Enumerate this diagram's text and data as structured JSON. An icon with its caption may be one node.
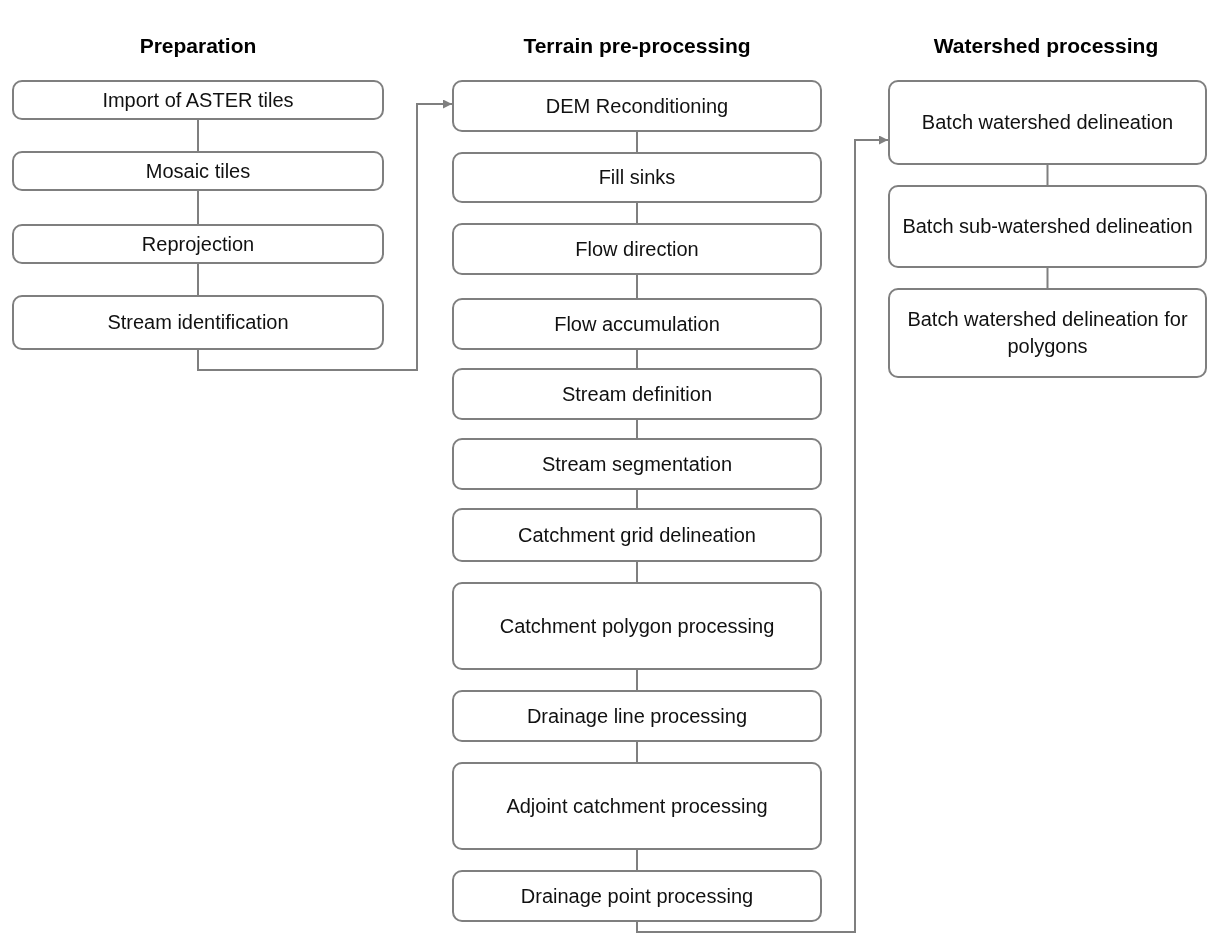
{
  "diagram": {
    "nodes": [
      {
        "text": [
          "Import of ASTER tiles"
        ]
      },
      {
        "text": [
          "Mosaic tiles"
        ]
      },
      {
        "text": [
          "Reprojection"
        ]
      },
      {
        "text": [
          "Stream identification"
        ]
      },
      {
        "text": [
          "DEM Reconditioning"
        ]
      },
      {
        "text": [
          "Fill sinks"
        ]
      },
      {
        "text": [
          "Flow direction"
        ]
      },
      {
        "text": [
          "Flow accumulation"
        ]
      },
      {
        "text": [
          "Stream definition"
        ]
      },
      {
        "text": [
          "Stream segmentation"
        ]
      },
      {
        "text": [
          "Catchment grid delineation"
        ]
      },
      {
        "text": [
          "Catchment polygon processing"
        ]
      },
      {
        "text": [
          "Drainage line processing"
        ]
      },
      {
        "text": [
          "Adjoint catchment processing"
        ]
      },
      {
        "text": [
          "Drainage point processing"
        ]
      },
      {
        "text": [
          "Batch watershed delineation"
        ]
      },
      {
        "text": [
          "Batch sub-watershed delineation"
        ]
      },
      {
        "text": [
          "Batch watershed delineation for polygons"
        ]
      }
    ],
    "edges": [
      {
        "from": 0,
        "to": 1,
        "arrow": "none"
      },
      {
        "from": 1,
        "to": 2,
        "arrow": "none"
      },
      {
        "from": 2,
        "to": 3,
        "arrow": "none"
      },
      {
        "from": 3,
        "to": 4,
        "arrow": "to"
      },
      {
        "from": 4,
        "to": 5,
        "arrow": "none"
      },
      {
        "from": 5,
        "to": 6,
        "arrow": "none"
      },
      {
        "from": 6,
        "to": 7,
        "arrow": "none"
      },
      {
        "from": 7,
        "to": 8,
        "arrow": "none"
      },
      {
        "from": 8,
        "to": 9,
        "arrow": "none"
      },
      {
        "from": 9,
        "to": 10,
        "arrow": "none"
      },
      {
        "from": 10,
        "to": 11,
        "arrow": "none"
      },
      {
        "from": 11,
        "to": 12,
        "arrow": "none"
      },
      {
        "from": 12,
        "to": 13,
        "arrow": "none"
      },
      {
        "from": 13,
        "to": 14,
        "arrow": "none"
      },
      {
        "from": 14,
        "to": 15,
        "arrow": "to"
      },
      {
        "from": 15,
        "to": 16,
        "arrow": "none"
      },
      {
        "from": 16,
        "to": 17,
        "arrow": "none"
      }
    ],
    "labels": [
      "Preparation",
      "Terrain pre-processing",
      "Watershed processing"
    ]
  }
}
